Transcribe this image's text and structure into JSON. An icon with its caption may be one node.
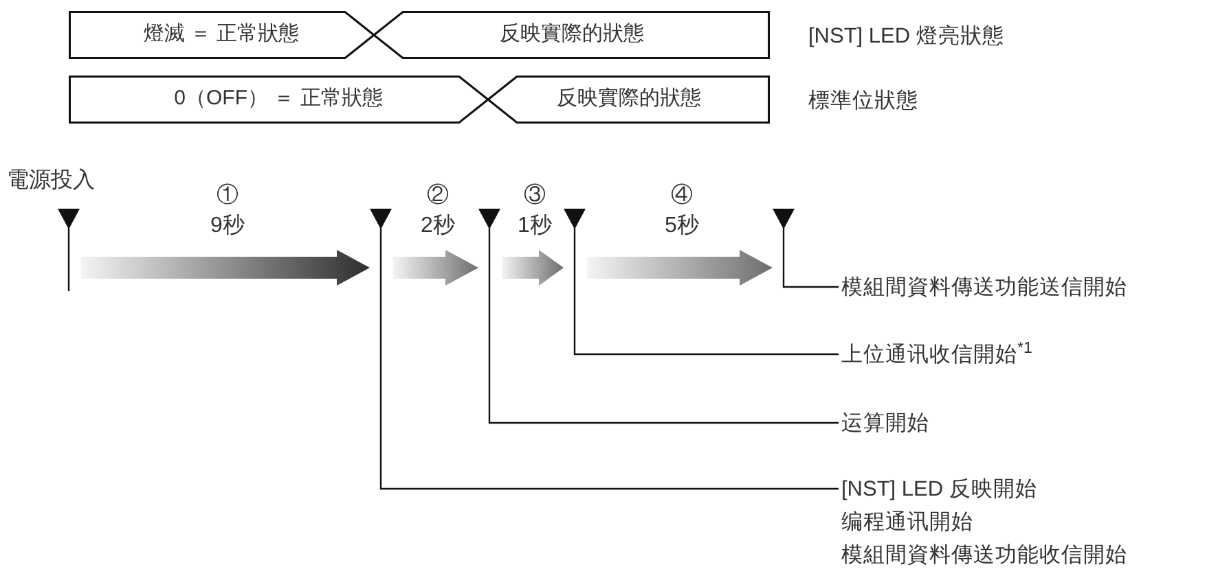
{
  "diagram": {
    "nodes": [
      {
        "text": [
          "燈滅 ＝ 正常狀態"
        ]
      },
      {
        "text": [
          "反映實際的狀態"
        ]
      },
      {
        "text": [
          "0（OFF） ＝ 正常狀態"
        ]
      },
      {
        "text": [
          "反映實際的狀態"
        ]
      },
      {
        "text": [],
        "shape": "triangle",
        "beside": [
          "電源投入"
        ]
      },
      {
        "text": [],
        "shape": "triangle"
      },
      {
        "text": [],
        "shape": "triangle"
      },
      {
        "text": [],
        "shape": "triangle"
      },
      {
        "text": [],
        "shape": "triangle"
      },
      {
        "text": [
          "模組間資料傳送功能送信開始"
        ]
      },
      {
        "text": [
          "上位通讯收信開始$^{*1}$"
        ]
      },
      {
        "text": [
          "运算開始"
        ]
      },
      {
        "text": [
          "[NST] LED 反映開始",
          "编程通讯開始",
          "模組間資料傳送功能收信開始"
        ]
      }
    ],
    "edges": [
      {
        "from": 4,
        "to": 5,
        "arrow": "to",
        "label": "① 9秒",
        "color": "#2e2e2e"
      },
      {
        "from": 5,
        "to": 6,
        "arrow": "to",
        "label": "② 2秒"
      },
      {
        "from": 6,
        "to": 7,
        "arrow": "to",
        "label": "③ 1秒"
      },
      {
        "from": 7,
        "to": 8,
        "arrow": "to",
        "label": "④ 5秒"
      },
      {
        "from": 9,
        "to": 8,
        "arrow": "none"
      },
      {
        "from": 10,
        "to": 7,
        "arrow": "none"
      },
      {
        "from": 11,
        "to": 6,
        "arrow": "none"
      },
      {
        "from": 12,
        "to": 5,
        "arrow": "none"
      }
    ],
    "labels": [
      "[NST] LED 燈亮狀態",
      "標準位狀態"
    ]
  }
}
